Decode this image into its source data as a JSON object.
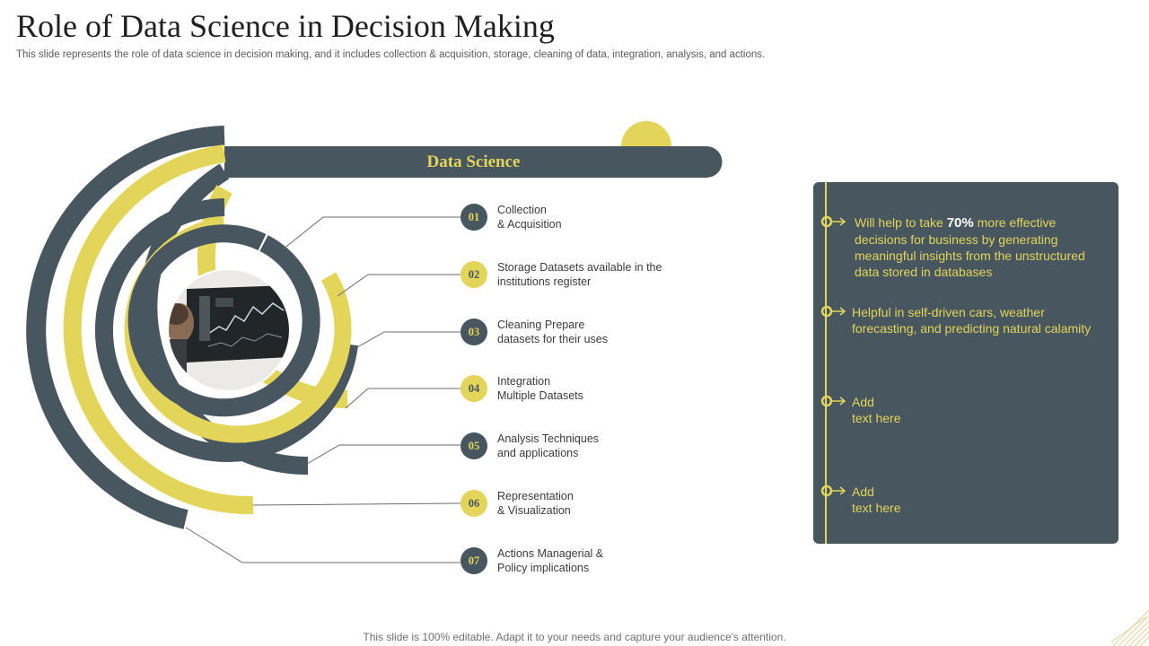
{
  "title": "Role of Data Science in Decision Making",
  "subtitle": "This slide represents the role of data science in decision making, and it includes collection & acquisition, storage, cleaning of data, integration, analysis, and actions.",
  "banner": "Data Science",
  "steps": [
    {
      "num": "01",
      "lines": [
        "Collection",
        "& Acquisition"
      ]
    },
    {
      "num": "02",
      "lines": [
        "Storage Datasets available  in the",
        "institutions register"
      ]
    },
    {
      "num": "03",
      "lines": [
        "Cleaning Prepare",
        "datasets for their uses"
      ]
    },
    {
      "num": "04",
      "lines": [
        "Integration",
        "Multiple Datasets"
      ]
    },
    {
      "num": "05",
      "lines": [
        "Analysis Techniques",
        "and applications"
      ]
    },
    {
      "num": "06",
      "lines": [
        "Representation",
        "& Visualization"
      ]
    },
    {
      "num": "07",
      "lines": [
        "Actions Managerial  &",
        "Policy implications"
      ]
    }
  ],
  "panel": {
    "point1": {
      "before": "Will help to take ",
      "highlight": "70%",
      "after": " more effective",
      "lines": [
        "decisions for business by generating",
        "meaningful insights from the unstructured",
        "data stored in databases"
      ]
    },
    "point2": {
      "lines": [
        "Helpful in self-driven cars, weather",
        "forecasting, and predicting natural calamity"
      ]
    },
    "point3": {
      "lines": [
        "Add",
        "text here"
      ]
    },
    "point4": {
      "lines": [
        "Add",
        "text here"
      ]
    }
  },
  "footer": "This slide is 100% editable. Adapt it to your needs and capture your audience's attention.",
  "colors": {
    "dark": "#47565f",
    "yellow": "#e3d55a",
    "connector": "#6b6b6b"
  },
  "icons": {
    "photo": "person-viewing-stock-charts-photo",
    "bullet": "circle-arrow-icon",
    "corner": "diagonal-stripes-decoration"
  }
}
